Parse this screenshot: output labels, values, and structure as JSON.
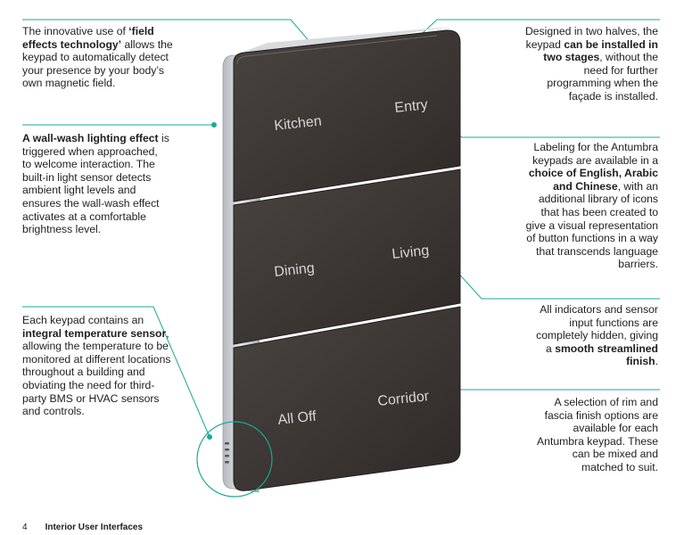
{
  "keypad": {
    "buttons": {
      "kitchen": "Kitchen",
      "entry": "Entry",
      "dining": "Dining",
      "living": "Living",
      "all_off": "All Off",
      "corridor": "Corridor"
    }
  },
  "callouts": {
    "field_effects": {
      "pre": "The innovative use of ",
      "bold": "‘field effects technology’",
      "post": " allows the keypad to automatically detect your presence by your body’s own magnetic field."
    },
    "wall_wash": {
      "bold": "A wall-wash lighting effect",
      "post": " is triggered when approached, to welcome interaction. The built-in light sensor detects ambient light levels and ensures the wall-wash effect activates at a comfortable brightness level."
    },
    "temperature": {
      "pre": "Each keypad contains an ",
      "bold": "integral temperature sensor",
      "post": ", allowing the temperature to be monitored at different locations throughout a building and obviating the need for third-party BMS or HVAC sensors and controls."
    },
    "two_halves": {
      "pre": "Designed in two halves, the keypad ",
      "bold": "can be installed in two stages",
      "post": ", without the need for further programming when the façade is installed."
    },
    "labeling": {
      "pre": "Labeling for the Antumbra keypads are available in a ",
      "bold": "choice of English, Arabic and Chinese",
      "post": ", with an additional library of icons that has been created to give a visual representation of button functions in a way that transcends language barriers."
    },
    "indicators": {
      "pre": "All indicators and sensor input functions are completely hidden, giving a ",
      "bold": "smooth streamlined finish",
      "post": "."
    },
    "finish": {
      "text": "A selection of rim and fascia finish options are available for each Antumbra keypad. These can be mixed and matched to suit."
    }
  },
  "footer": {
    "page_number": "4",
    "title": "Interior User Interfaces"
  },
  "colors": {
    "accent": "#1aa898",
    "panel": "#3c3634",
    "rim": "#c9cdd2"
  }
}
